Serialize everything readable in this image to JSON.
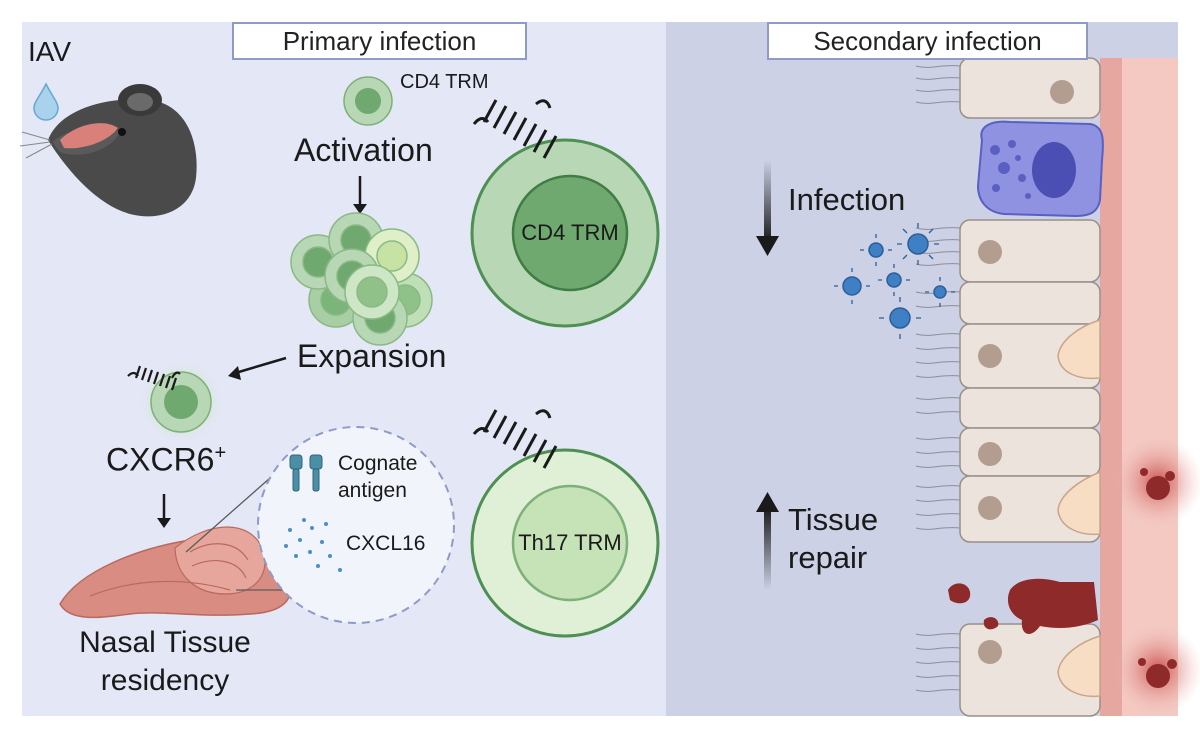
{
  "panels": {
    "primary_title": "Primary infection",
    "secondary_title": "Secondary infection"
  },
  "labels": {
    "iav": "IAV",
    "cd4_trm_small": "CD4 TRM",
    "activation": "Activation",
    "expansion": "Expansion",
    "cxcr6": "CXCR6",
    "cxcr6_sup": "+",
    "cognate_antigen_line1": "Cognate",
    "cognate_antigen_line2": "antigen",
    "cxcl16": "CXCL16",
    "nasal_line1": "Nasal Tissue",
    "nasal_line2": "residency",
    "cd4_trm_cell": "CD4 TRM",
    "th17_trm_cell": "Th17 TRM",
    "infection": "Infection",
    "tissue_repair_line1": "Tissue",
    "tissue_repair_line2": "repair"
  },
  "colors": {
    "left_bg": "#e3e7f6",
    "right_bg": "#cdd2e6",
    "trm_outer": "#b8d7b4",
    "trm_inner": "#6fa970",
    "th17_outer": "#dff0d6",
    "th17_inner": "#c6e2b7",
    "virus": "#3f7fc4",
    "blood": "#b23a3a"
  }
}
